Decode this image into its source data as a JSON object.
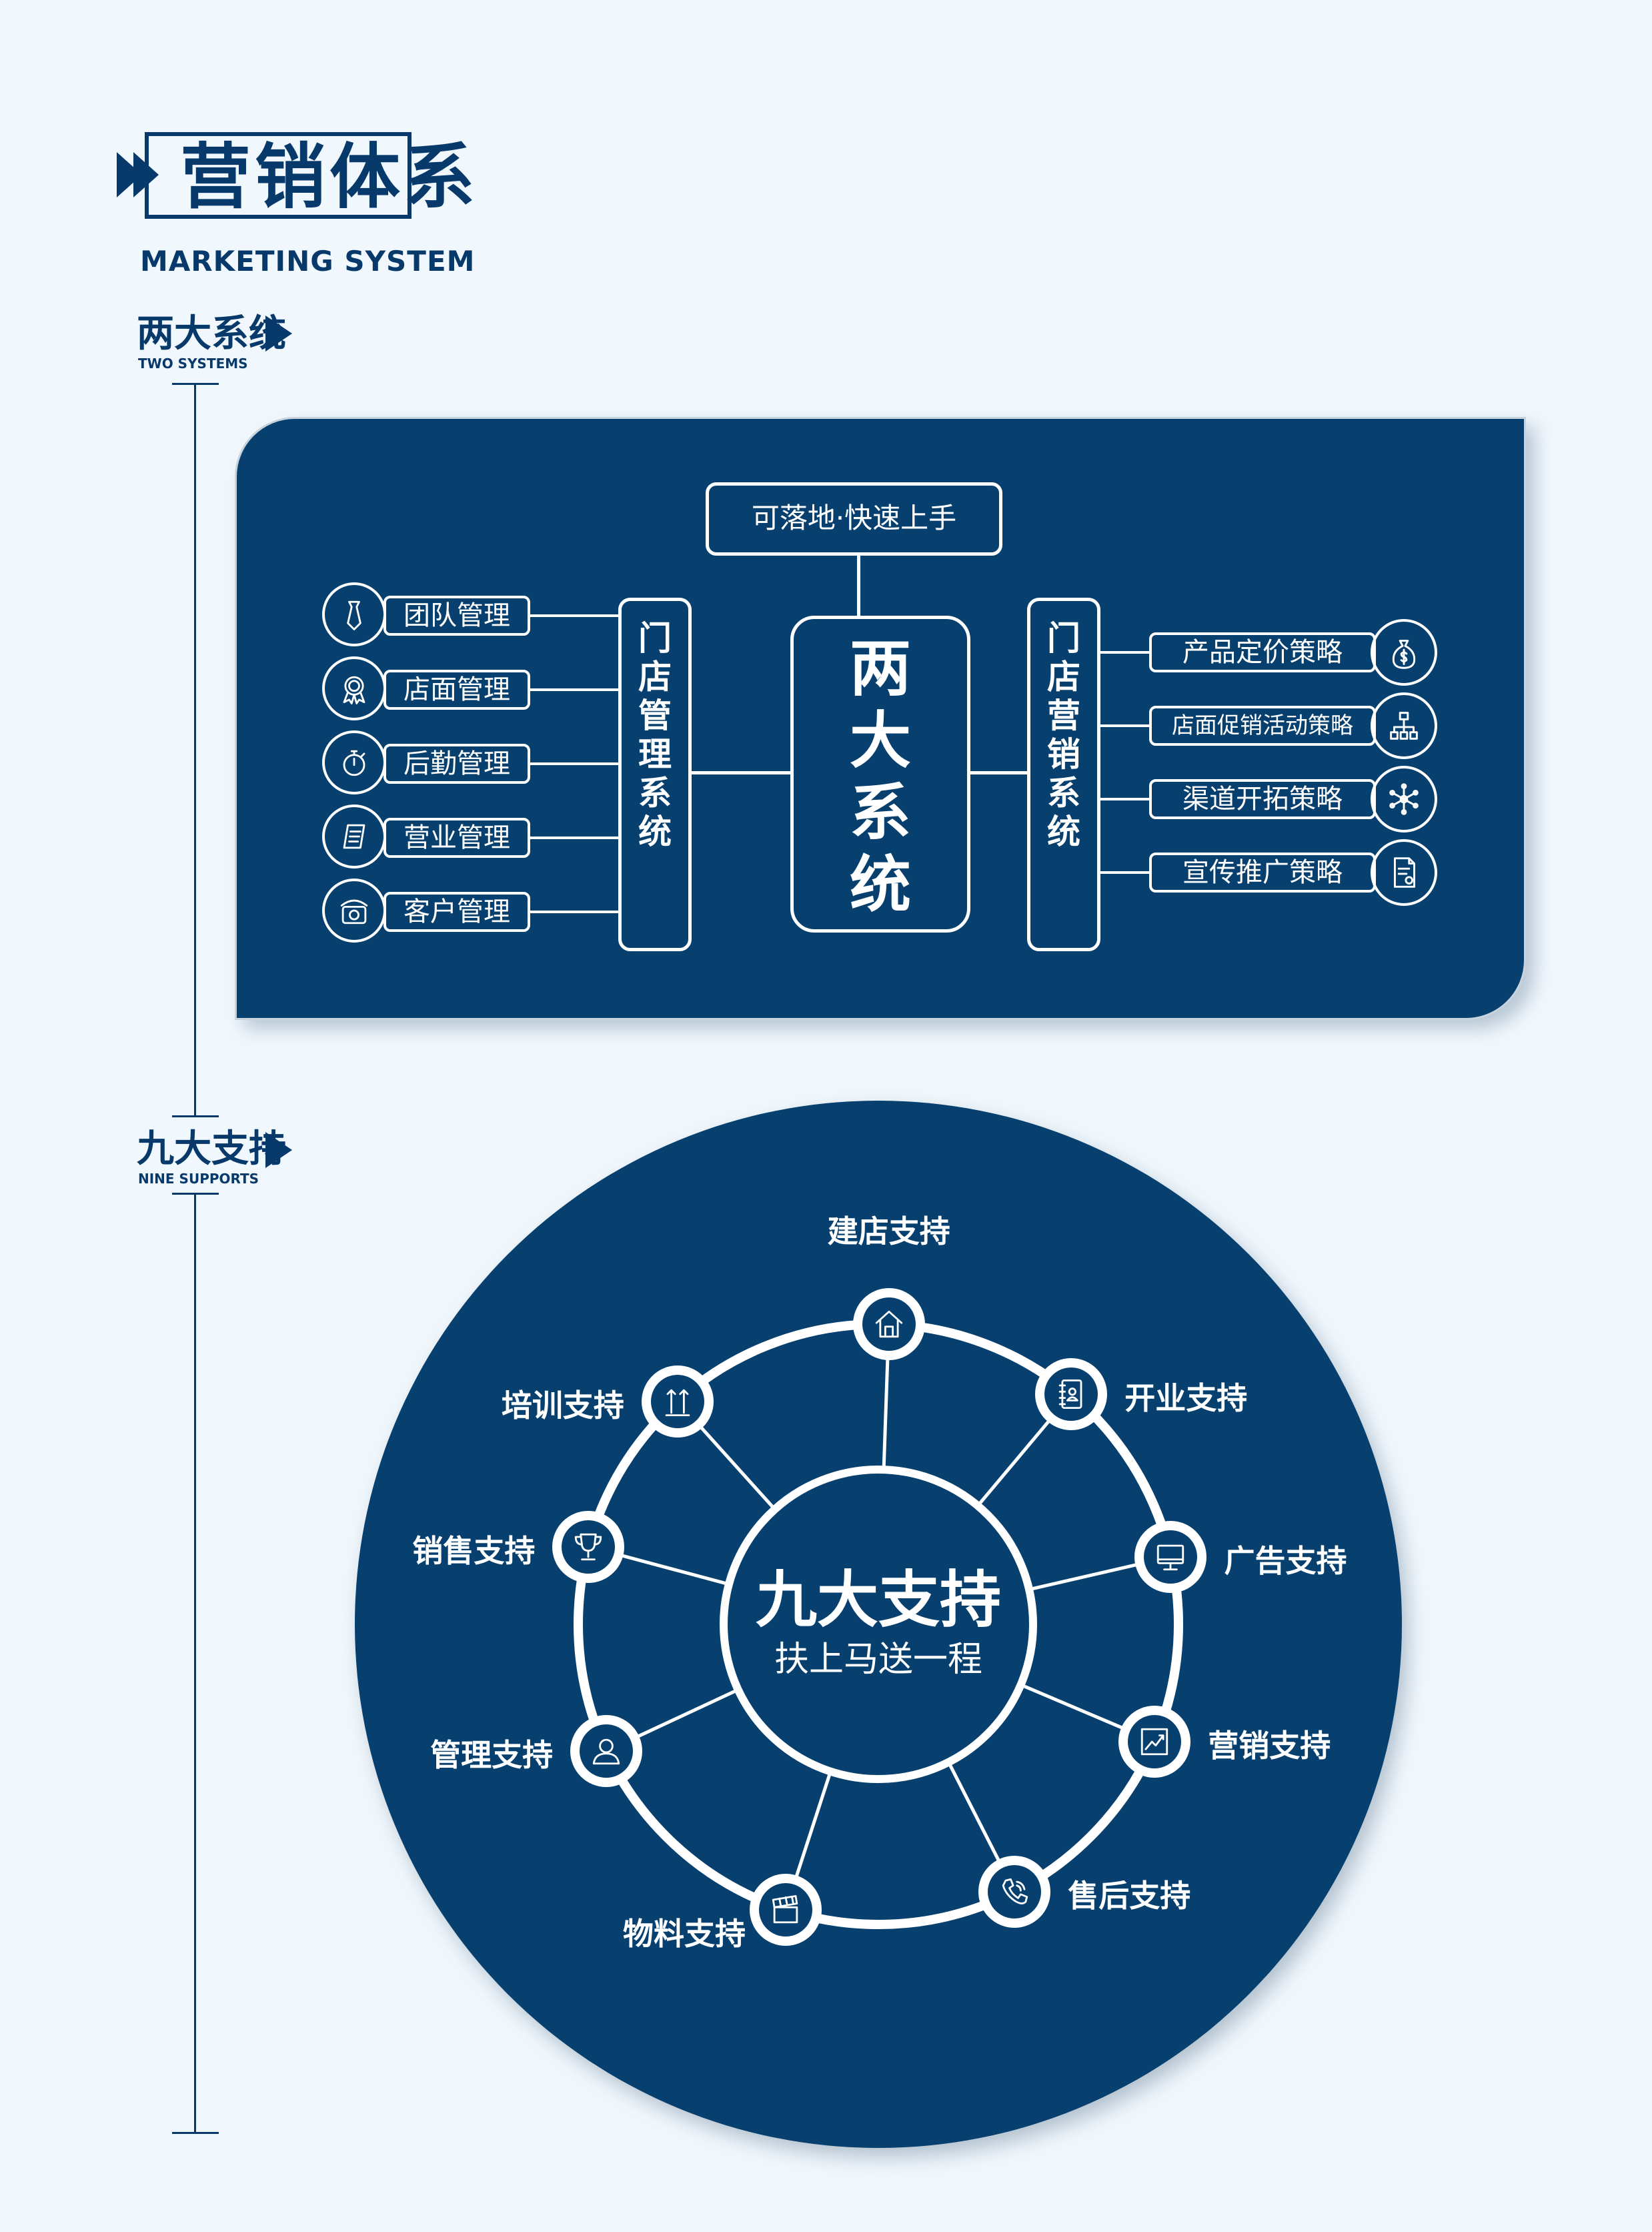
{
  "header": {
    "title": "营销体系",
    "subtitle": "MARKETING SYSTEM"
  },
  "sections": [
    {
      "title": "两大系统",
      "subtitle": "TWO SYSTEMS"
    },
    {
      "title": "九大支持",
      "subtitle": "NINE SUPPORTS"
    }
  ],
  "two_systems": {
    "top_label": "可落地·快速上手",
    "center": "两大系统",
    "left_system": "门店管理系统",
    "right_system": "门店营销系统",
    "left_items": [
      {
        "label": "团队管理",
        "icon": "tie-icon"
      },
      {
        "label": "店面管理",
        "icon": "award-badge-icon"
      },
      {
        "label": "后勤管理",
        "icon": "stopwatch-icon"
      },
      {
        "label": "营业管理",
        "icon": "ledger-icon"
      },
      {
        "label": "客户管理",
        "icon": "telephone-icon"
      }
    ],
    "right_items": [
      {
        "label": "产品定价策略",
        "icon": "money-bag-icon"
      },
      {
        "label": "店面促销活动策略",
        "icon": "org-chart-icon"
      },
      {
        "label": "渠道开拓策略",
        "icon": "network-icon"
      },
      {
        "label": "宣传推广策略",
        "icon": "document-certificate-icon"
      }
    ]
  },
  "nine_supports": {
    "center_title": "九大支持",
    "center_sub": "扶上马送一程",
    "items": [
      {
        "label": "建店支持",
        "icon": "house-icon"
      },
      {
        "label": "开业支持",
        "icon": "address-book-icon"
      },
      {
        "label": "广告支持",
        "icon": "monitor-icon"
      },
      {
        "label": "营销支持",
        "icon": "trend-chart-icon"
      },
      {
        "label": "售后支持",
        "icon": "phone-handset-icon"
      },
      {
        "label": "物料支持",
        "icon": "clapperboard-icon"
      },
      {
        "label": "管理支持",
        "icon": "person-icon"
      },
      {
        "label": "销售支持",
        "icon": "trophy-icon"
      },
      {
        "label": "培训支持",
        "icon": "upload-arrows-icon"
      }
    ]
  },
  "colors": {
    "navy": "#07406f",
    "background": "#f1f8fd",
    "white": "#ffffff"
  }
}
